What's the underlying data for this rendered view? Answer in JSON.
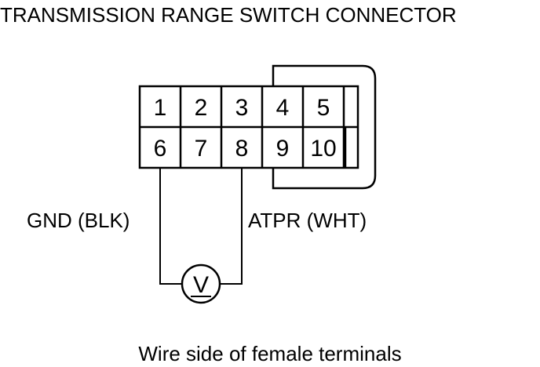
{
  "title": "TRANSMISSION RANGE SWITCH CONNECTOR",
  "caption": "Wire side of female terminals",
  "terminals": {
    "row1": [
      "1",
      "2",
      "3",
      "4",
      "5"
    ],
    "row2": [
      "6",
      "7",
      "8",
      "9",
      "10"
    ]
  },
  "wires": {
    "left_label": "GND (BLK)",
    "right_label": "ATPR (WHT)"
  },
  "meter": {
    "symbol": "V",
    "icon": "voltmeter-icon"
  }
}
